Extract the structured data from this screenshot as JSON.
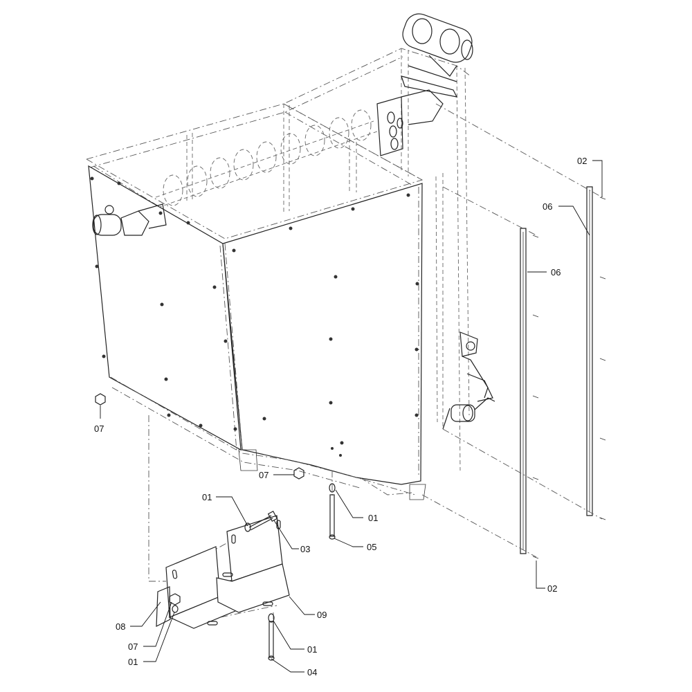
{
  "callouts": [
    {
      "id": "c1",
      "label": "02"
    },
    {
      "id": "c2",
      "label": "06"
    },
    {
      "id": "c3",
      "label": "06"
    },
    {
      "id": "c4",
      "label": "07"
    },
    {
      "id": "c5",
      "label": "07"
    },
    {
      "id": "c6",
      "label": "01"
    },
    {
      "id": "c7",
      "label": "01"
    },
    {
      "id": "c8",
      "label": "03"
    },
    {
      "id": "c9",
      "label": "05"
    },
    {
      "id": "c10",
      "label": "02"
    },
    {
      "id": "c11",
      "label": "08"
    },
    {
      "id": "c12",
      "label": "09"
    },
    {
      "id": "c13",
      "label": "07"
    },
    {
      "id": "c14",
      "label": "01"
    },
    {
      "id": "c15",
      "label": "01"
    },
    {
      "id": "c16",
      "label": "04"
    }
  ]
}
